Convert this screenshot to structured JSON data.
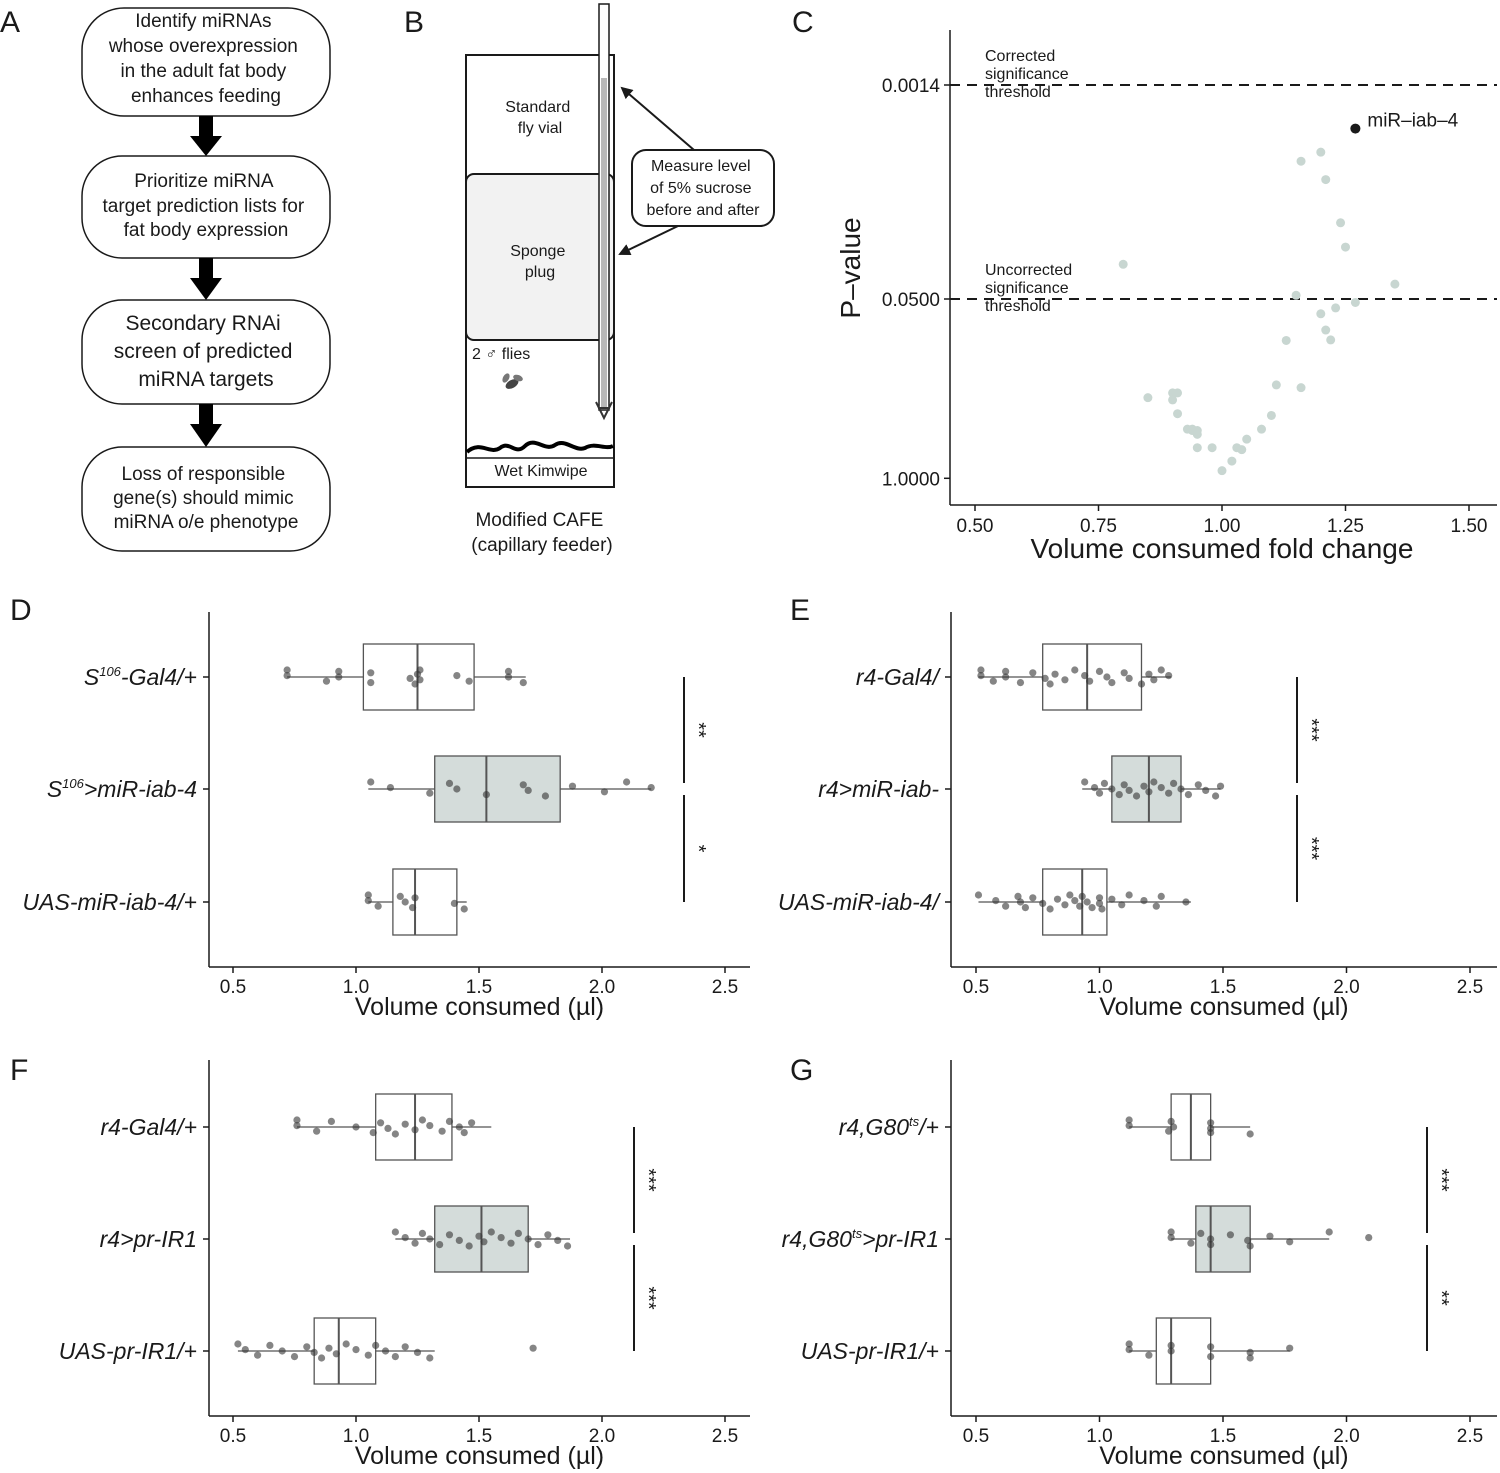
{
  "panel_a": {
    "letter": "A",
    "steps": [
      [
        "Identify miRNAs",
        "whose overexpression",
        "in the adult fat body",
        "enhances feeding"
      ],
      [
        "Prioritize miRNA",
        "target prediction lists for",
        "fat body expression"
      ],
      [
        "Secondary RNAi",
        "screen of predicted",
        "miRNA targets"
      ],
      [
        "Loss of responsible",
        "gene(s) should mimic",
        "miRNA o/e phenotype"
      ]
    ]
  },
  "panel_b": {
    "letter": "B",
    "vial_label": [
      "Standard",
      "fly vial"
    ],
    "sponge_label": [
      "Sponge",
      "plug"
    ],
    "flies_label": "2 ♂ flies",
    "kimwipe_label": "Wet Kimwipe",
    "callout": [
      "Measure level",
      "of 5% sucrose",
      "before and after"
    ],
    "caption": [
      "Modified CAFE",
      "(capillary feeder)"
    ]
  },
  "chart_data": [
    {
      "panel": "C",
      "type": "scatter",
      "xlabel": "Volume consumed fold change",
      "ylabel": "P–value",
      "xlim": [
        0.5,
        1.5
      ],
      "x_ticks": [
        "0.50",
        "0.75",
        "1.00",
        "1.25",
        "1.50"
      ],
      "y_scale": "log",
      "y_ticks": [
        "0.0014",
        "0.0500",
        "1.0000"
      ],
      "thresholds": [
        {
          "p": 0.0014,
          "label": [
            "Corrected",
            "significance",
            "threshold"
          ]
        },
        {
          "p": 0.05,
          "label": [
            "Uncorrected",
            "significance",
            "threshold"
          ]
        }
      ],
      "highlight": {
        "label": "miR–iab–4",
        "x": 1.27,
        "p": 0.0029
      },
      "points": [
        {
          "x": 0.8,
          "p": 0.028
        },
        {
          "x": 0.85,
          "p": 0.26
        },
        {
          "x": 0.9,
          "p": 0.24
        },
        {
          "x": 0.91,
          "p": 0.24
        },
        {
          "x": 0.9,
          "p": 0.27
        },
        {
          "x": 0.91,
          "p": 0.34
        },
        {
          "x": 0.93,
          "p": 0.44
        },
        {
          "x": 0.95,
          "p": 0.45
        },
        {
          "x": 0.94,
          "p": 0.44
        },
        {
          "x": 0.94,
          "p": 0.45
        },
        {
          "x": 0.95,
          "p": 0.48
        },
        {
          "x": 0.95,
          "p": 0.6
        },
        {
          "x": 0.98,
          "p": 0.6
        },
        {
          "x": 1.0,
          "p": 0.88
        },
        {
          "x": 1.02,
          "p": 0.75
        },
        {
          "x": 1.03,
          "p": 0.6
        },
        {
          "x": 1.04,
          "p": 0.62
        },
        {
          "x": 1.05,
          "p": 0.52
        },
        {
          "x": 1.08,
          "p": 0.44
        },
        {
          "x": 1.1,
          "p": 0.35
        },
        {
          "x": 1.11,
          "p": 0.21
        },
        {
          "x": 1.13,
          "p": 0.1
        },
        {
          "x": 1.15,
          "p": 0.047
        },
        {
          "x": 1.16,
          "p": 0.22
        },
        {
          "x": 1.16,
          "p": 0.005
        },
        {
          "x": 1.2,
          "p": 0.0043
        },
        {
          "x": 1.21,
          "p": 0.0068
        },
        {
          "x": 1.24,
          "p": 0.014
        },
        {
          "x": 1.25,
          "p": 0.021
        },
        {
          "x": 1.23,
          "p": 0.058
        },
        {
          "x": 1.2,
          "p": 0.064
        },
        {
          "x": 1.27,
          "p": 0.053
        },
        {
          "x": 1.21,
          "p": 0.084
        },
        {
          "x": 1.22,
          "p": 0.099
        },
        {
          "x": 1.35,
          "p": 0.039
        }
      ]
    },
    {
      "panel": "D",
      "type": "box",
      "xlabel": "Volume consumed (µl)",
      "xlim": [
        0.4,
        2.6
      ],
      "x_ticks": [
        "0.5",
        "1.0",
        "1.5",
        "2.0",
        "2.5"
      ],
      "groups": [
        {
          "label": [
            "S",
            "106",
            "-Gal4/+",
            ""
          ],
          "box": [
            0.72,
            1.03,
            1.25,
            1.48,
            1.69
          ],
          "fill": "#ffffff",
          "points": [
            0.72,
            0.72,
            0.88,
            0.93,
            0.93,
            1.06,
            1.06,
            1.22,
            1.24,
            1.25,
            1.26,
            1.26,
            1.41,
            1.46,
            1.62,
            1.62,
            1.68
          ]
        },
        {
          "label": [
            "S",
            "106",
            ">miR-iab-4",
            ""
          ],
          "box": [
            1.05,
            1.32,
            1.53,
            1.83,
            2.2
          ],
          "fill": "#d4dcda",
          "points": [
            1.06,
            1.14,
            1.3,
            1.38,
            1.41,
            1.53,
            1.68,
            1.7,
            1.77,
            1.88,
            2.01,
            2.1,
            2.2
          ]
        },
        {
          "label": [
            "UAS-miR-iab-4/+",
            "",
            "",
            ""
          ],
          "box": [
            1.05,
            1.15,
            1.24,
            1.41,
            1.45
          ],
          "fill": "#ffffff",
          "points": [
            1.05,
            1.05,
            1.09,
            1.18,
            1.2,
            1.23,
            1.24,
            1.4,
            1.44
          ]
        }
      ],
      "significance": [
        {
          "from": 0,
          "to": 1,
          "label": "**"
        },
        {
          "from": 1,
          "to": 2,
          "label": "*"
        }
      ]
    },
    {
      "panel": "E",
      "type": "box",
      "xlabel": "Volume consumed (µl)",
      "xlim": [
        0.4,
        2.6
      ],
      "x_ticks": [
        "0.5",
        "1.0",
        "1.5",
        "2.0",
        "2.5"
      ],
      "groups": [
        {
          "label": [
            "r4-Gal4/",
            "",
            "",
            ""
          ],
          "box": [
            0.51,
            0.77,
            0.95,
            1.17,
            1.29
          ],
          "fill": "#ffffff",
          "points": [
            0.52,
            0.52,
            0.57,
            0.62,
            0.62,
            0.68,
            0.73,
            0.78,
            0.8,
            0.82,
            0.86,
            0.9,
            0.94,
            0.96,
            1.0,
            1.03,
            1.05,
            1.1,
            1.12,
            1.17,
            1.2,
            1.22,
            1.25,
            1.28
          ]
        },
        {
          "label": [
            "r4>miR-iab-",
            "",
            "",
            ""
          ],
          "box": [
            0.93,
            1.05,
            1.2,
            1.33,
            1.49
          ],
          "fill": "#d4dcda",
          "points": [
            0.94,
            0.98,
            1.0,
            1.02,
            1.05,
            1.08,
            1.1,
            1.12,
            1.15,
            1.18,
            1.2,
            1.22,
            1.25,
            1.28,
            1.3,
            1.33,
            1.36,
            1.4,
            1.43,
            1.47,
            1.49
          ]
        },
        {
          "label": [
            "UAS-miR-iab-4/",
            "",
            "",
            ""
          ],
          "box": [
            0.51,
            0.77,
            0.93,
            1.03,
            1.37
          ],
          "fill": "#ffffff",
          "points": [
            0.51,
            0.58,
            0.62,
            0.67,
            0.68,
            0.7,
            0.73,
            0.77,
            0.8,
            0.83,
            0.86,
            0.88,
            0.9,
            0.92,
            0.93,
            0.95,
            0.97,
            1.0,
            1.0,
            1.01,
            1.05,
            1.09,
            1.12,
            1.18,
            1.23,
            1.25,
            1.35
          ]
        }
      ],
      "significance": [
        {
          "from": 0,
          "to": 1,
          "label": "***"
        },
        {
          "from": 1,
          "to": 2,
          "label": "***"
        }
      ]
    },
    {
      "panel": "F",
      "type": "box",
      "xlabel": "Volume consumed (µl)",
      "xlim": [
        0.4,
        2.6
      ],
      "x_ticks": [
        "0.5",
        "1.0",
        "1.5",
        "2.0",
        "2.5"
      ],
      "groups": [
        {
          "label": [
            "r4-Gal4/+",
            "",
            "",
            ""
          ],
          "box": [
            0.76,
            1.08,
            1.24,
            1.39,
            1.55
          ],
          "fill": "#ffffff",
          "points": [
            0.76,
            0.76,
            0.84,
            0.9,
            1.0,
            1.07,
            1.1,
            1.13,
            1.16,
            1.2,
            1.24,
            1.27,
            1.3,
            1.35,
            1.38,
            1.42,
            1.44,
            1.47
          ]
        },
        {
          "label": [
            "r4>pr-IR1",
            "",
            "",
            ""
          ],
          "box": [
            1.16,
            1.32,
            1.51,
            1.7,
            1.87
          ],
          "fill": "#d4dcda",
          "points": [
            1.16,
            1.2,
            1.24,
            1.27,
            1.3,
            1.34,
            1.38,
            1.42,
            1.46,
            1.5,
            1.52,
            1.55,
            1.59,
            1.63,
            1.66,
            1.7,
            1.74,
            1.78,
            1.82,
            1.86
          ]
        },
        {
          "label": [
            "UAS-pr-IR1/+",
            "",
            "",
            ""
          ],
          "box": [
            0.52,
            0.83,
            0.93,
            1.08,
            1.32
          ],
          "fill": "#ffffff",
          "points": [
            0.52,
            0.55,
            0.6,
            0.65,
            0.7,
            0.75,
            0.8,
            0.83,
            0.86,
            0.89,
            0.92,
            0.96,
            1.0,
            1.05,
            1.08,
            1.12,
            1.16,
            1.2,
            1.25,
            1.3,
            1.72
          ]
        }
      ],
      "significance": [
        {
          "from": 0,
          "to": 1,
          "label": "***"
        },
        {
          "from": 1,
          "to": 2,
          "label": "***"
        }
      ]
    },
    {
      "panel": "G",
      "type": "box",
      "xlabel": "Volume consumed (µl)",
      "xlim": [
        0.4,
        2.6
      ],
      "x_ticks": [
        "0.5",
        "1.0",
        "1.5",
        "2.0",
        "2.5"
      ],
      "groups": [
        {
          "label": [
            "r4,G80",
            "ts",
            "/+",
            ""
          ],
          "box": [
            1.12,
            1.29,
            1.37,
            1.45,
            1.61
          ],
          "fill": "#ffffff",
          "points": [
            1.12,
            1.12,
            1.28,
            1.29,
            1.3,
            1.45,
            1.45,
            1.45,
            1.61
          ]
        },
        {
          "label": [
            "r4,G80",
            "ts",
            ">pr-IR1",
            ""
          ],
          "box": [
            1.29,
            1.39,
            1.45,
            1.61,
            1.93
          ],
          "fill": "#d4dcda",
          "points": [
            1.29,
            1.29,
            1.37,
            1.41,
            1.45,
            1.45,
            1.53,
            1.6,
            1.61,
            1.69,
            1.77,
            1.93,
            2.09
          ]
        },
        {
          "label": [
            "UAS-pr-IR1/+",
            "",
            "",
            ""
          ],
          "box": [
            1.12,
            1.23,
            1.29,
            1.45,
            1.77
          ],
          "fill": "#ffffff",
          "points": [
            1.12,
            1.12,
            1.2,
            1.29,
            1.29,
            1.45,
            1.45,
            1.61,
            1.61,
            1.77
          ]
        }
      ],
      "significance": [
        {
          "from": 0,
          "to": 1,
          "label": "***"
        },
        {
          "from": 1,
          "to": 2,
          "label": "**"
        }
      ]
    }
  ]
}
